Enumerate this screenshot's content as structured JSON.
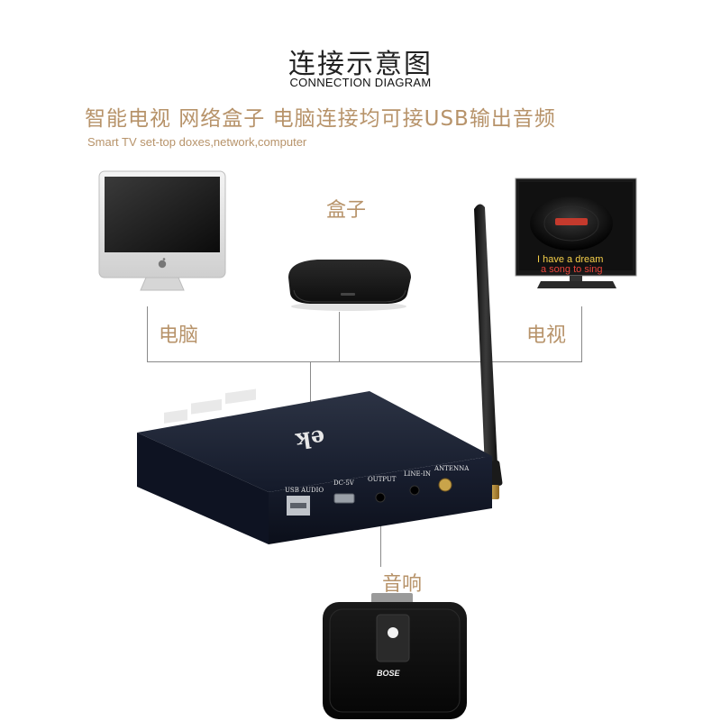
{
  "title": {
    "cn": "连接示意图",
    "en": "CONNECTION DIAGRAM"
  },
  "subtitle": {
    "cn": "智能电视 网络盒子  电脑连接均可接USB输出音频",
    "en": "Smart TV  set-top doxes,network,computer"
  },
  "labels": {
    "box": "盒子",
    "computer": "电脑",
    "tv": "电视",
    "speaker": "音响"
  },
  "tv_screen": {
    "line1": "I have a dream",
    "line2": "a song to sing"
  },
  "device": {
    "ports": {
      "usb": "USB AUDIO",
      "dc": "DC-5V",
      "output": "OUTPUT",
      "linein": "LINE-IN",
      "antenna": "ANTENNA"
    },
    "logo": "ek"
  },
  "speaker_brand": "BOSE",
  "colors": {
    "accent": "#b7936a",
    "line": "#8a8a8a",
    "device_body": "#141a2a",
    "lyric_red": "#e8433a",
    "lyric_yellow": "#f7d14a"
  }
}
